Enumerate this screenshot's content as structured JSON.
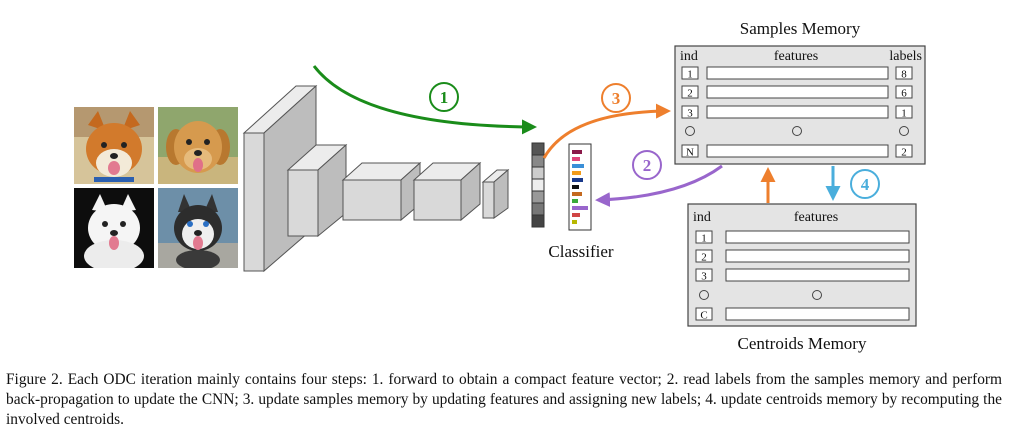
{
  "figure": {
    "samples_memory": {
      "title": "Samples Memory",
      "col_ind": "ind",
      "col_features": "features",
      "col_labels": "labels",
      "rows": [
        {
          "ind": "1",
          "label": "8"
        },
        {
          "ind": "2",
          "label": "6"
        },
        {
          "ind": "3",
          "label": "1"
        },
        {
          "ind": "N",
          "label": "2"
        }
      ]
    },
    "centroids_memory": {
      "title": "Centroids Memory",
      "col_ind": "ind",
      "col_features": "features",
      "rows": [
        {
          "ind": "1"
        },
        {
          "ind": "2"
        },
        {
          "ind": "3"
        },
        {
          "ind": "C"
        }
      ]
    },
    "classifier_label": "Classifier",
    "steps": [
      "1",
      "2",
      "3",
      "4"
    ],
    "colors": {
      "step1": "#1a8c1a",
      "step2": "#9966cc",
      "step3": "#ee7f2d",
      "step4": "#4aaedc",
      "memory_fill": "#e4e4e4",
      "cnn_fill": "#d9d9d9"
    },
    "photos": [
      "shiba-inu-photo",
      "golden-retriever-photo",
      "samoyed-photo",
      "husky-photo"
    ]
  },
  "caption": "Figure 2. Each ODC iteration mainly contains four steps: 1. forward to obtain a compact feature vector; 2. read labels from the samples memory and perform back-propagation to update the CNN; 3. update samples memory by updating features and assigning new labels; 4. update centroids memory by recomputing the involved centroids."
}
